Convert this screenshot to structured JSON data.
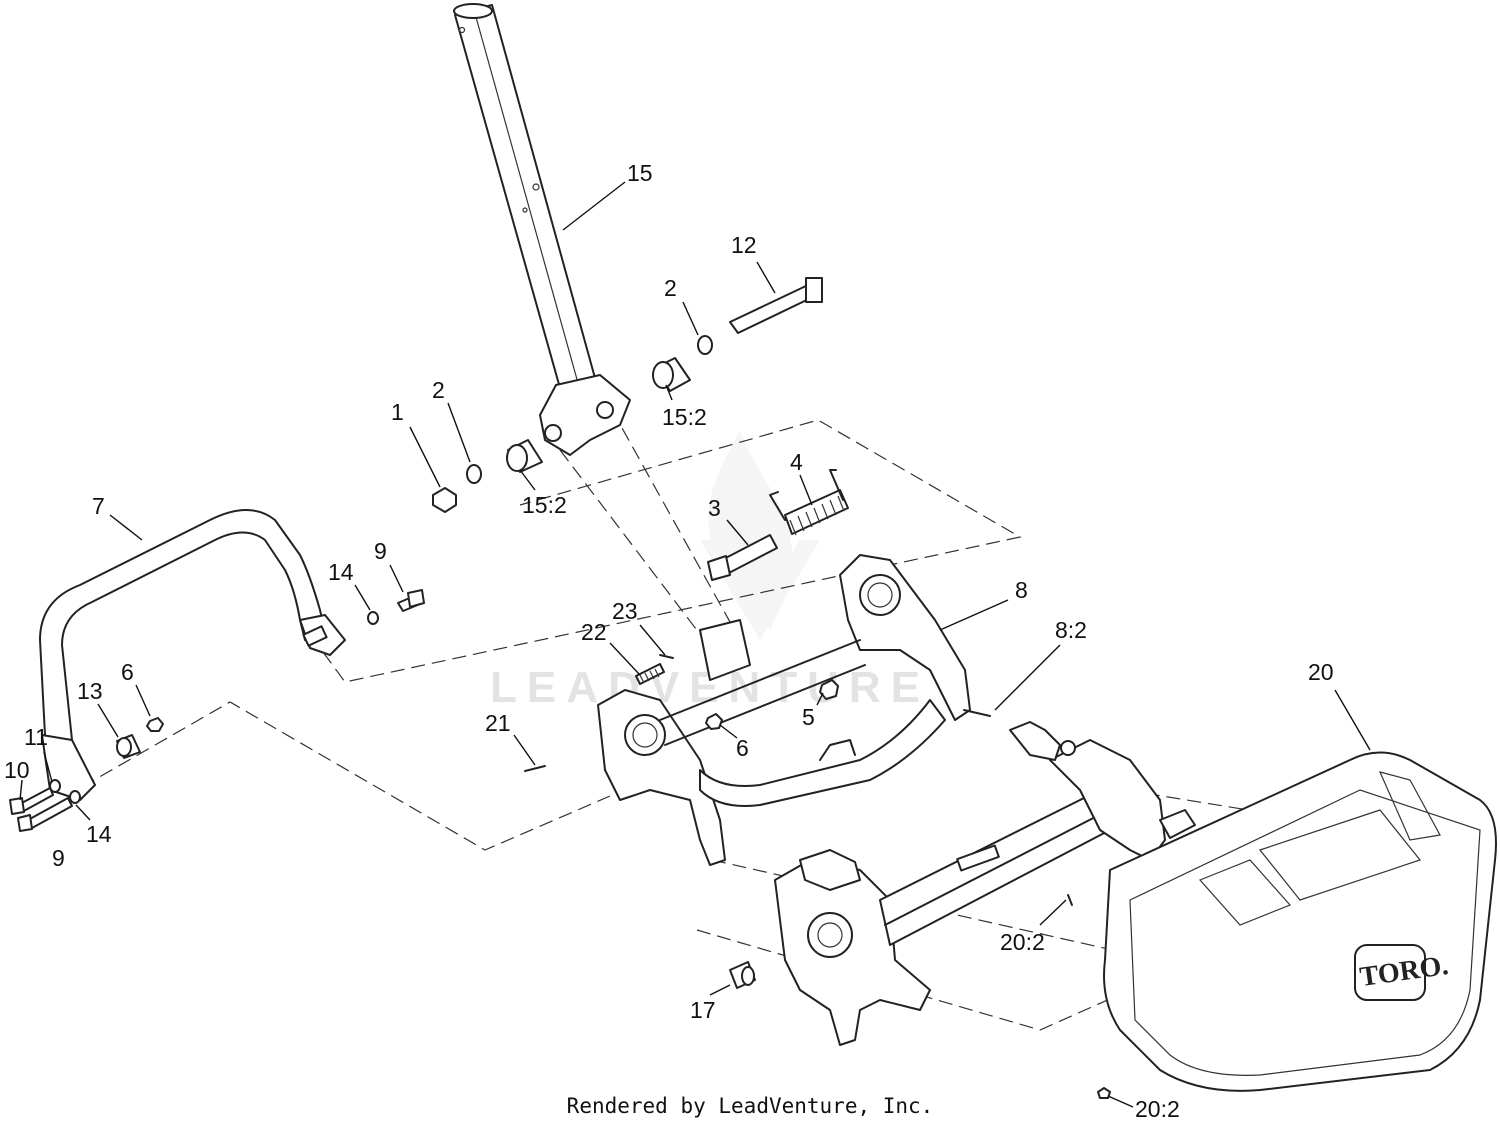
{
  "watermark": "LEADVENTURE",
  "brand_logo": "TORO.",
  "credit": "Rendered by LeadVenture, Inc.",
  "callouts": [
    {
      "id": "c15",
      "label": "15"
    },
    {
      "id": "c12",
      "label": "12"
    },
    {
      "id": "c2a",
      "label": "2"
    },
    {
      "id": "c152a",
      "label": "15:2"
    },
    {
      "id": "c1",
      "label": "1"
    },
    {
      "id": "c2b",
      "label": "2"
    },
    {
      "id": "c152b",
      "label": "15:2"
    },
    {
      "id": "c4",
      "label": "4"
    },
    {
      "id": "c3",
      "label": "3"
    },
    {
      "id": "c7",
      "label": "7"
    },
    {
      "id": "c9a",
      "label": "9"
    },
    {
      "id": "c14a",
      "label": "14"
    },
    {
      "id": "c8",
      "label": "8"
    },
    {
      "id": "c82",
      "label": "8:2"
    },
    {
      "id": "c23",
      "label": "23"
    },
    {
      "id": "c22",
      "label": "22"
    },
    {
      "id": "c20",
      "label": "20"
    },
    {
      "id": "c6a",
      "label": "6"
    },
    {
      "id": "c13",
      "label": "13"
    },
    {
      "id": "c5",
      "label": "5"
    },
    {
      "id": "c6b",
      "label": "6"
    },
    {
      "id": "c21",
      "label": "21"
    },
    {
      "id": "c11",
      "label": "11"
    },
    {
      "id": "c10",
      "label": "10"
    },
    {
      "id": "c14b",
      "label": "14"
    },
    {
      "id": "c9b",
      "label": "9"
    },
    {
      "id": "c202a",
      "label": "20:2"
    },
    {
      "id": "c17",
      "label": "17"
    },
    {
      "id": "c202b",
      "label": "20:2"
    }
  ]
}
